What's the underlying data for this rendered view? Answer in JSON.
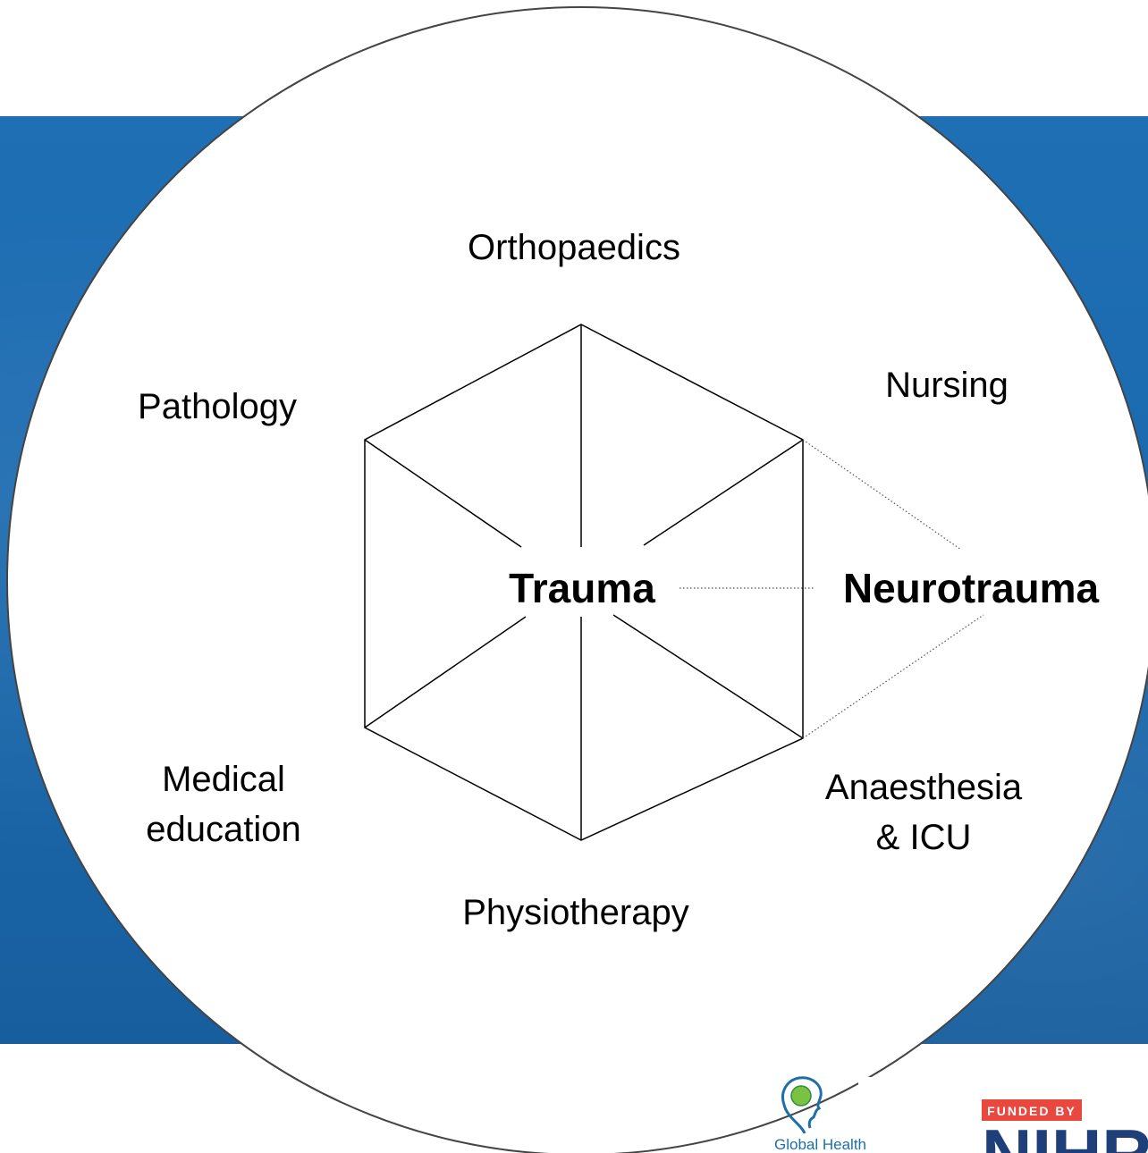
{
  "diagram": {
    "center": "Trauma",
    "linked_specialty": "Neurotrauma",
    "surrounding": {
      "top": "Orthopaedics",
      "upper_right": "Nursing",
      "lower_right_line1": "Anaesthesia",
      "lower_right_line2": "& ICU",
      "bottom": "Physiotherapy",
      "lower_left_line1": "Medical",
      "lower_left_line2": "education",
      "upper_left": "Pathology"
    }
  },
  "logos": {
    "global_health": {
      "text": "Global Health",
      "icon": "head-globe-icon",
      "color": "#1e6fa8"
    },
    "funder": {
      "badge": "FUNDED BY",
      "name": "NIHR",
      "badge_color": "#e8483d",
      "name_color": "#1f3f7a"
    }
  },
  "colors": {
    "banner": "#1c6bb0",
    "circle": "#ffffff",
    "lines": "#000000"
  }
}
